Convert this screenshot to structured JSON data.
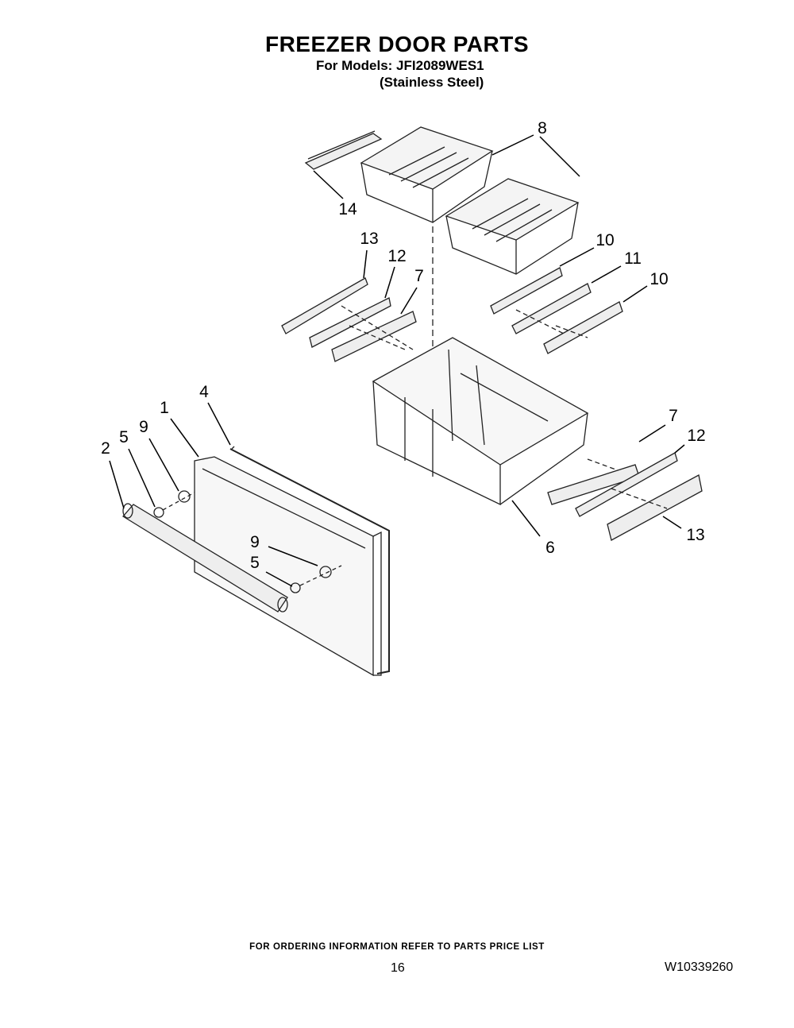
{
  "header": {
    "title": "FREEZER DOOR PARTS",
    "models": "For Models: JFI2089WES1",
    "variant": "(Stainless Steel)"
  },
  "callouts": [
    "8",
    "14",
    "13",
    "12",
    "7",
    "10",
    "11",
    "10",
    "4",
    "1",
    "9",
    "5",
    "2",
    "7",
    "12",
    "6",
    "13",
    "9",
    "5"
  ],
  "footer": {
    "note": "FOR ORDERING INFORMATION REFER TO PARTS PRICE LIST",
    "page": "16",
    "doc_number": "W10339260"
  }
}
